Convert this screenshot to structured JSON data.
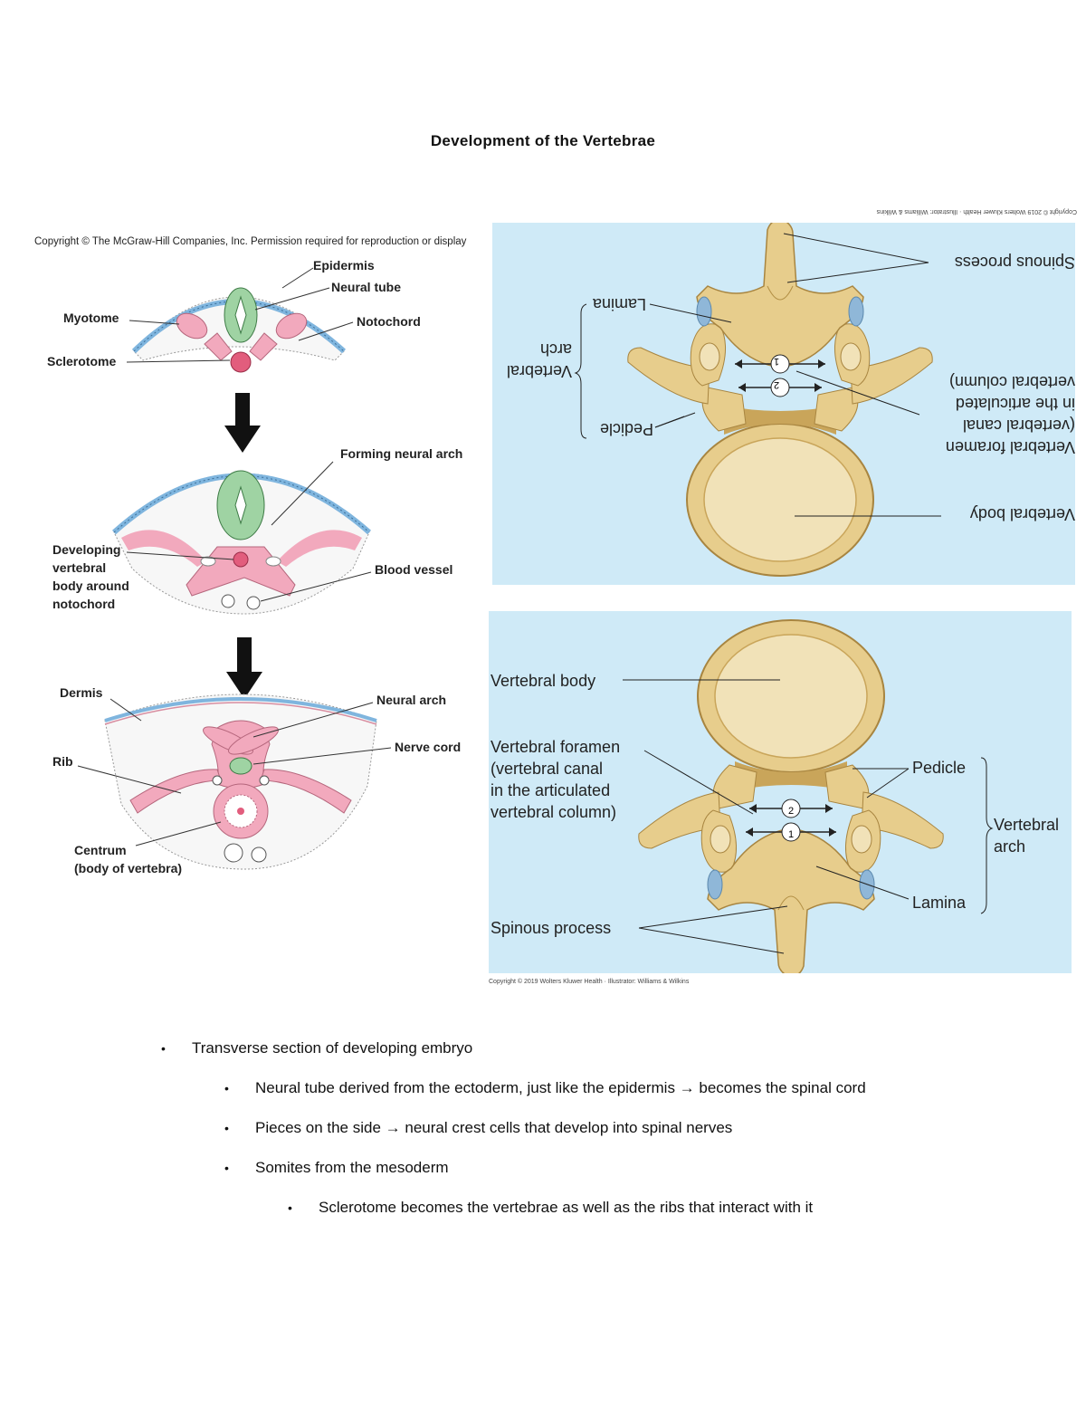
{
  "title": "Development of the Vertebrae",
  "embryo": {
    "copyright": "Copyright © The McGraw-Hill Companies, Inc. Permission required for reproduction or display",
    "stage1": {
      "epidermis": "Epidermis",
      "neural_tube": "Neural tube",
      "myotome": "Myotome",
      "notochord": "Notochord",
      "sclerotome": "Sclerotome"
    },
    "stage2": {
      "forming_neural_arch": "Forming neural arch",
      "developing_1": "Developing",
      "developing_2": "vertebral",
      "developing_3": "body around",
      "developing_4": "notochord",
      "blood_vessel": "Blood vessel"
    },
    "stage3": {
      "dermis": "Dermis",
      "neural_arch": "Neural arch",
      "nerve_cord": "Nerve cord",
      "rib": "Rib",
      "centrum_1": "Centrum",
      "centrum_2": "(body of vertebra)"
    }
  },
  "vertebra_labels": {
    "vertebral_body": "Vertebral body",
    "foramen_1": "Vertebral foramen",
    "foramen_2": "(vertebral canal",
    "foramen_3": "in the articulated",
    "foramen_4": "vertebral column)",
    "pedicle": "Pedicle",
    "arch_1": "Vertebral",
    "arch_2": "arch",
    "lamina": "Lamina",
    "spinous_process": "Spinous process",
    "num_1": "1",
    "num_2": "2",
    "copyright": "Copyright © 2019 Wolters Kluwer Health · Illustrator: Williams & Wilkins"
  },
  "bullets": [
    {
      "level": 1,
      "text": "Transverse section of developing embryo"
    },
    {
      "level": 2,
      "text": "Neural tube derived from the ectoderm, just like the epidermis → becomes the spinal cord"
    },
    {
      "level": 2,
      "text": "Pieces on the side → neural crest cells that develop into spinal nerves"
    },
    {
      "level": 2,
      "text": "Somites from the mesoderm"
    },
    {
      "level": 3,
      "text": "Sclerotome becomes the vertebrae as well as the ribs that interact with it"
    }
  ],
  "colors": {
    "panel_bg": "#cfeaf7",
    "bone": "#e7cd8c",
    "bone_dark": "#c9a55a",
    "body_fill": "#f1e2b8",
    "pink": "#f2a9bd",
    "green": "#9fd3a3",
    "skin_blue": "#7fb5de"
  }
}
